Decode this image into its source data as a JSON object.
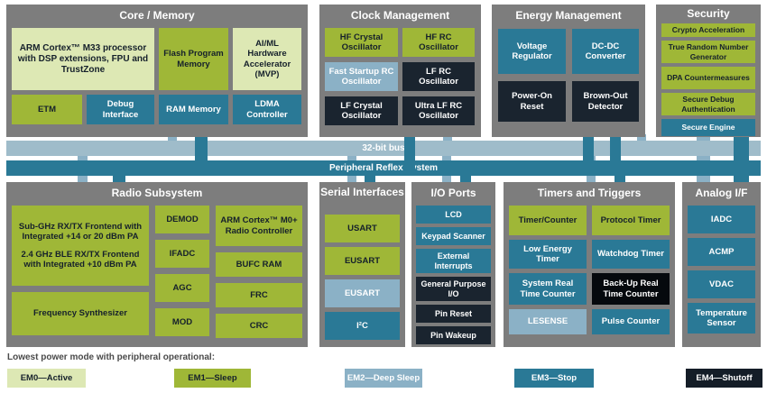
{
  "palette": {
    "group_background": "#7d7d7d",
    "pale_green": "#dde8b4",
    "olive_green": "#9fb737",
    "teal": "#2a7996",
    "light_blue": "#8bb1c6",
    "dark_navy": "#1a242f",
    "black": "#05090d",
    "bus_light": "#9fbcca",
    "title_text": "#ffffff"
  },
  "buses": {
    "bus32": "32-bit bus",
    "prs": "Peripheral Reflex System"
  },
  "groups": {
    "core_memory": {
      "title": "Core / Memory",
      "blocks": {
        "arm_m33": "ARM Cortex™ M33 processor with DSP extensions, FPU and TrustZone",
        "flash": "Flash Program Memory",
        "aiml": "AI/ML Hardware Accelerator (MVP)",
        "etm": "ETM",
        "debug": "Debug Interface",
        "ram": "RAM Memory",
        "ldma": "LDMA Controller"
      }
    },
    "clock": {
      "title": "Clock Management",
      "blocks": {
        "hfxo": "HF Crystal Oscillator",
        "hfrco": "HF RC Oscillator",
        "fsrco": "Fast Startup RC Oscillator",
        "lfrco": "LF RC Oscillator",
        "lfxo": "LF Crystal Oscillator",
        "ulfrco": "Ultra LF RC Oscillator"
      }
    },
    "energy": {
      "title": "Energy Management",
      "blocks": {
        "vreg": "Voltage Regulator",
        "dcdc": "DC-DC Converter",
        "por": "Power-On Reset",
        "bod": "Brown-Out Detector"
      }
    },
    "security": {
      "title": "Security",
      "blocks": {
        "crypto": "Crypto Acceleration",
        "trng": "True Random Number Generator",
        "dpa": "DPA Countermeasures",
        "sda": "Secure Debug Authentication",
        "se": "Secure Engine"
      }
    },
    "radio": {
      "title": "Radio Subsystem",
      "blocks": {
        "frontend_subghz": "Sub-GHz RX/TX Frontend with Integrated +14 or 20 dBm PA",
        "frontend_ble": "2.4 GHz BLE RX/TX Frontend with Integrated +10 dBm PA",
        "freq_synth": "Frequency Synthesizer",
        "demod": "DEMOD",
        "ifadc": "IFADC",
        "agc": "AGC",
        "mod": "MOD",
        "arm_m0": "ARM Cortex™ M0+ Radio Controller",
        "bufc": "BUFC RAM",
        "frc": "FRC",
        "crc": "CRC"
      }
    },
    "serial": {
      "title": "Serial Interfaces",
      "blocks": {
        "usart": "USART",
        "eusart_green": "EUSART",
        "eusart_blue": "EUSART",
        "i2c": "I²C"
      }
    },
    "io": {
      "title": "I/O Ports",
      "blocks": {
        "lcd": "LCD",
        "keypad": "Keypad Scanner",
        "extint": "External Interrupts",
        "gpio": "General Purpose I/O",
        "pin_reset": "Pin Reset",
        "pin_wakeup": "Pin Wakeup"
      }
    },
    "timers": {
      "title": "Timers and Triggers",
      "blocks": {
        "timer_counter": "Timer/Counter",
        "protocol_timer": "Protocol Timer",
        "low_energy_timer": "Low Energy Timer",
        "watchdog": "Watchdog Timer",
        "sysrtc": "System Real Time Counter",
        "burtc": "Back-Up Real Time Counter",
        "lesense": "LESENSE",
        "pulse_counter": "Pulse Counter"
      }
    },
    "analog": {
      "title": "Analog I/F",
      "blocks": {
        "iadc": "IADC",
        "acmp": "ACMP",
        "vdac": "VDAC",
        "temp": "Temperature Sensor"
      }
    }
  },
  "legend": {
    "caption": "Lowest power mode with peripheral operational:",
    "items": [
      {
        "label": "EM0—Active",
        "color": "#dde8b4"
      },
      {
        "label": "EM1—Sleep",
        "color": "#9fb737"
      },
      {
        "label": "EM2—Deep Sleep",
        "color": "#8bb1c6"
      },
      {
        "label": "EM3—Stop",
        "color": "#2a7996"
      },
      {
        "label": "EM4—Shutoff",
        "color": "#141d27"
      }
    ]
  }
}
